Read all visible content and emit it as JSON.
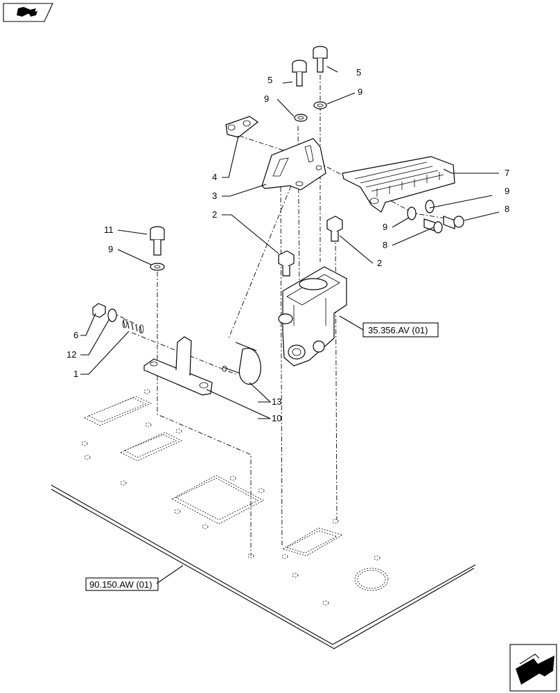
{
  "callouts": {
    "c1": "1",
    "c2a": "2",
    "c2b": "2",
    "c3": "3",
    "c4": "4",
    "c5a": "5",
    "c5b": "5",
    "c6": "6",
    "c7": "7",
    "c8a": "8",
    "c8b": "8",
    "c9a": "9",
    "c9b": "9",
    "c9c": "9",
    "c9d": "9",
    "c9e": "9",
    "c10": "10",
    "c11": "11",
    "c12": "12",
    "c13": "13"
  },
  "references": {
    "brake_valve": "35.356.AV (01)",
    "floor_plate": "90.150.AW (01)"
  },
  "icons": {
    "top_left": "page-nav-icon",
    "bottom_right": "next-arrow-icon"
  }
}
